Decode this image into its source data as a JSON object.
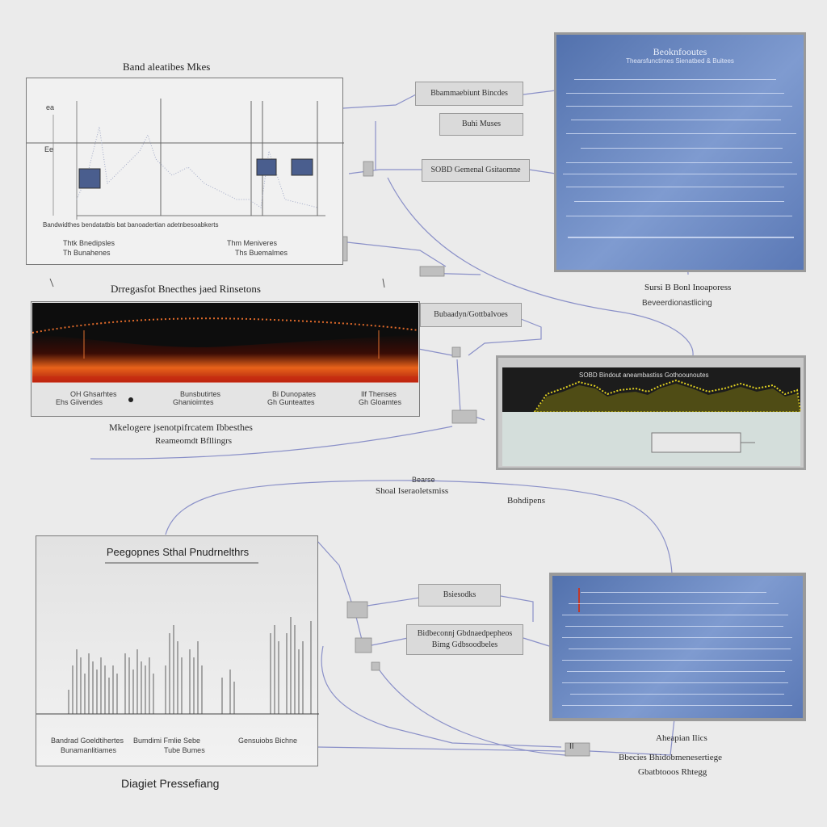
{
  "panel1": {
    "title": "Band aleatibes Mkes",
    "label_y1": "ea",
    "label_y2": "Ee",
    "legend": "Bandwidthes bendatatbis  bat   banoadertian adetnbesoabkerts",
    "footer_left_1": "Thtk Bnedipsles",
    "footer_left_2": "Th Bunahenes",
    "footer_right_1": "Thm Meniveres",
    "footer_right_2": "Ths Buemalmes"
  },
  "panel1_boxes": {
    "box1": "Bbammaebiunt Bincdes",
    "box2": "Buhi Muses",
    "box3": "SOBD Gemenal Gsitaomne"
  },
  "panel2": {
    "title": "Beoknfooutes",
    "subtitle": "Thearsfunctimes Sienatbed & Buitees",
    "caption_1": "Sursi B Bonl Inoaporess",
    "caption_2": "Beveerdionastlicing"
  },
  "panel3": {
    "title": "Drregasfot Bnecthes jaed Rinsetons",
    "labels": [
      "OH Ghsarhtes",
      "Bunsbutirtes",
      "Bi Dunopates",
      "Ilf Thenses"
    ],
    "sublabels": [
      "Ehs Giivendes",
      "Ghanioimtes",
      "Gh Gunteattes",
      "Gh Gloamtes"
    ],
    "caption_1": "Mkelogere jsenotpifrcatem Ibbesthes",
    "caption_2": "Reameomdt Bfllingrs",
    "connector_box": "Bubaadyn/Gottbalvoes"
  },
  "panel4": {
    "title": "SOBD Bindout aneambastiss Gothoounoutes"
  },
  "middle": {
    "label_1": "Bearse",
    "label_2": "Shoal Iseraoletsmiss",
    "label_3": "Bohdipens"
  },
  "panel5": {
    "title": "Peegopnes Sthal Pnudrnelthrs",
    "labels_1": [
      "Bandrad Goeldtihertes",
      "Bumdimi Fmlie Sebe",
      "Gensuiobs Bichne"
    ],
    "labels_2": [
      "Bunamanlitiames",
      "Tube Bumes"
    ],
    "caption": "Diagiet Pressefiang"
  },
  "panel5_boxes": {
    "box1": "Bsiesodks",
    "box2": "Bidbeconnj Gbdnaedpepheos",
    "box3": "Bimg Gdbsoodbeles"
  },
  "panel6": {
    "connector": "II",
    "caption_1": "Aheapian Ilics",
    "caption_2": "Bbecies Bhidobmenesertiege",
    "caption_3": "Gbatbtooos Rhtegg"
  },
  "colors": {
    "background": "#ebebeb",
    "blue_panel": "#5e7cb8",
    "heat_dark": "#0d0d0d",
    "heat_orange": "#e8621a",
    "spectrum_yellow": "#e0d020",
    "wire": "#8a90c8"
  }
}
